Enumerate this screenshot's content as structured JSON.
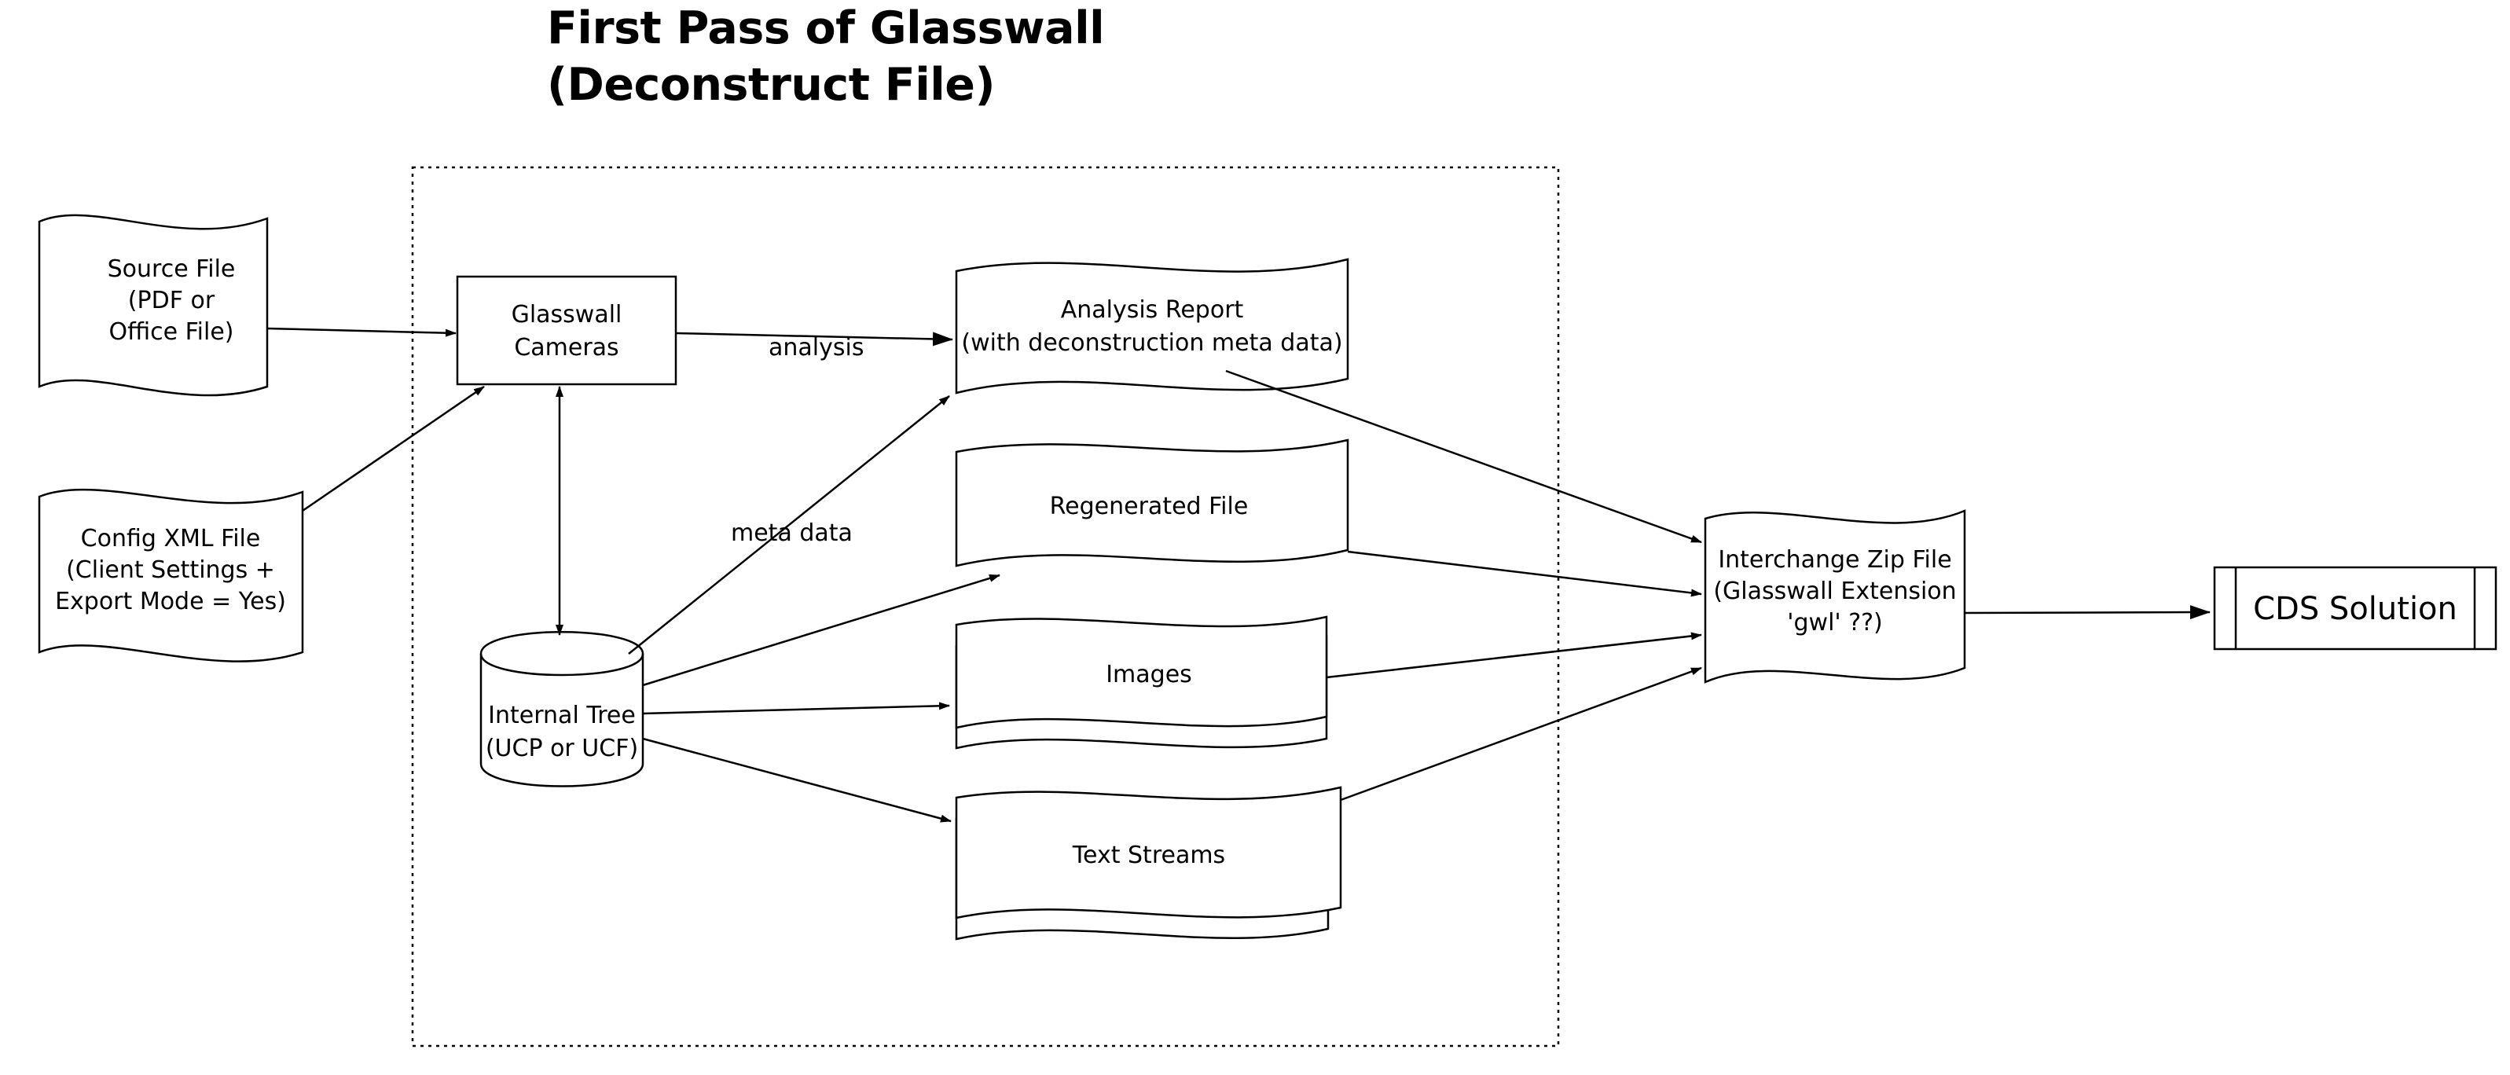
{
  "title": {
    "line1": "First Pass of Glasswall",
    "line2": "(Deconstruct File)"
  },
  "nodes": {
    "source_file": {
      "lines": [
        "Source File",
        "(PDF or",
        "Office File)"
      ]
    },
    "config_xml": {
      "lines": [
        "Config XML File",
        "(Client Settings +",
        "Export Mode = Yes)"
      ]
    },
    "cameras": {
      "lines": [
        "Glasswall",
        "Cameras"
      ]
    },
    "internal_tree": {
      "lines": [
        "Internal Tree",
        "(UCP or UCF)"
      ]
    },
    "analysis_report": {
      "lines": [
        "Analysis Report",
        "(with deconstruction meta data)"
      ]
    },
    "regenerated_file": {
      "lines": [
        "Regenerated File"
      ]
    },
    "images": {
      "lines": [
        "Images"
      ]
    },
    "text_streams": {
      "lines": [
        "Text Streams"
      ]
    },
    "interchange_zip": {
      "lines": [
        "Interchange Zip File",
        "(Glasswall Extension",
        "'gwl' ??)"
      ]
    },
    "cds_solution": {
      "lines": [
        "CDS Solution"
      ]
    }
  },
  "edge_labels": {
    "analysis": "analysis",
    "meta_data": "meta data"
  }
}
